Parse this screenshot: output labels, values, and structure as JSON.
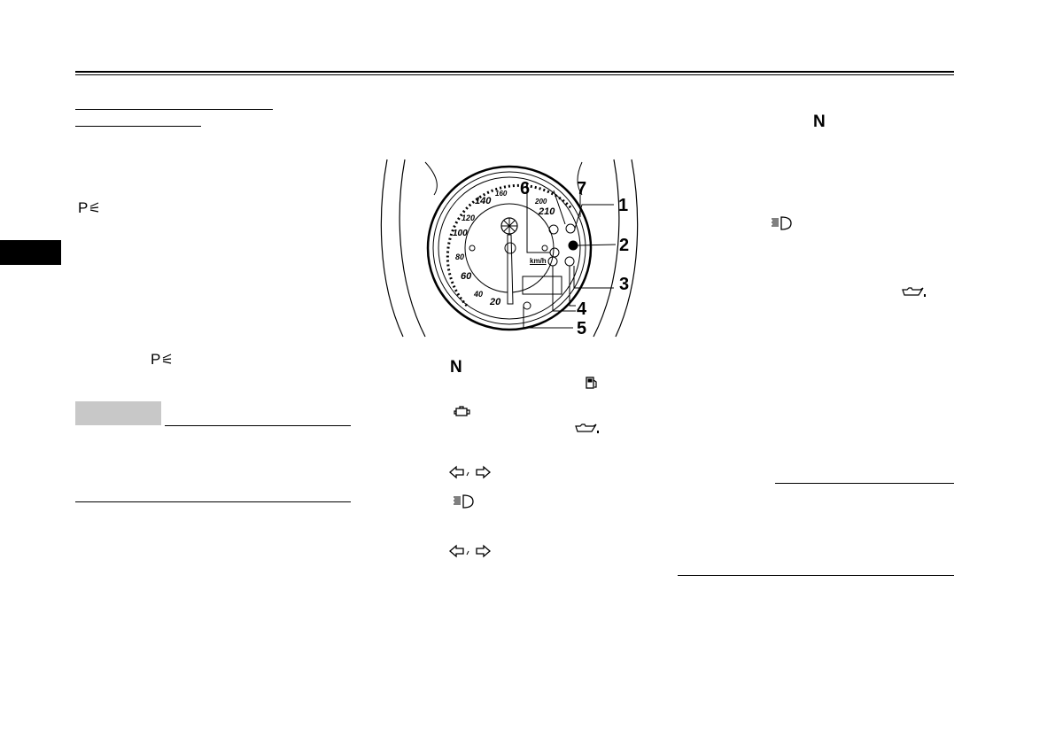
{
  "icons": {
    "parking_light": "parking-light-indicator-icon",
    "neutral": "neutral-indicator-icon",
    "fuel": "fuel-level-warning-icon",
    "engine": "engine-trouble-warning-icon",
    "oil": "oil-level-warning-icon",
    "turn_signals": "turn-signal-indicator-icons",
    "high_beam": "high-beam-indicator-icon"
  },
  "symbols": {
    "parking_light": "P",
    "neutral": "N"
  },
  "figure": {
    "speed_marks": [
      "20",
      "40",
      "60",
      "80",
      "100",
      "120",
      "140",
      "160",
      "200",
      "210"
    ],
    "unit": "km/h",
    "callouts": [
      "1",
      "2",
      "3",
      "4",
      "5",
      "6",
      "7"
    ]
  }
}
